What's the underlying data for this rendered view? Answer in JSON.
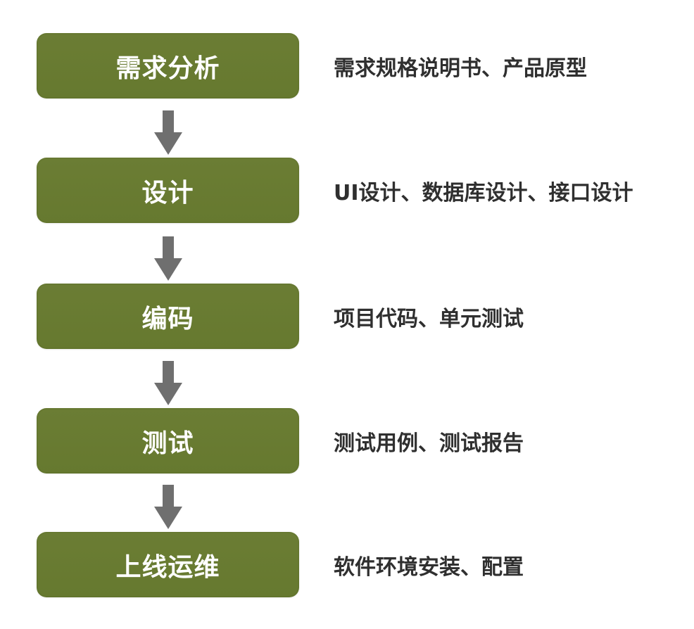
{
  "flow": {
    "stages": [
      {
        "name": "需求分析",
        "deliverables": "需求规格说明书、产品原型"
      },
      {
        "name": "设计",
        "deliverables": "UI设计、数据库设计、接口设计"
      },
      {
        "name": "编码",
        "deliverables": "项目代码、单元测试"
      },
      {
        "name": "测试",
        "deliverables": "测试用例、测试报告"
      },
      {
        "name": "上线运维",
        "deliverables": "软件环境安装、配置"
      }
    ],
    "colors": {
      "box": "#68792f",
      "box_text": "#ffffff",
      "arrow": "#6f6f6f",
      "text": "#2f2f2f",
      "background": "#ffffff"
    },
    "icons": {
      "connector": "down-arrow-icon"
    }
  }
}
